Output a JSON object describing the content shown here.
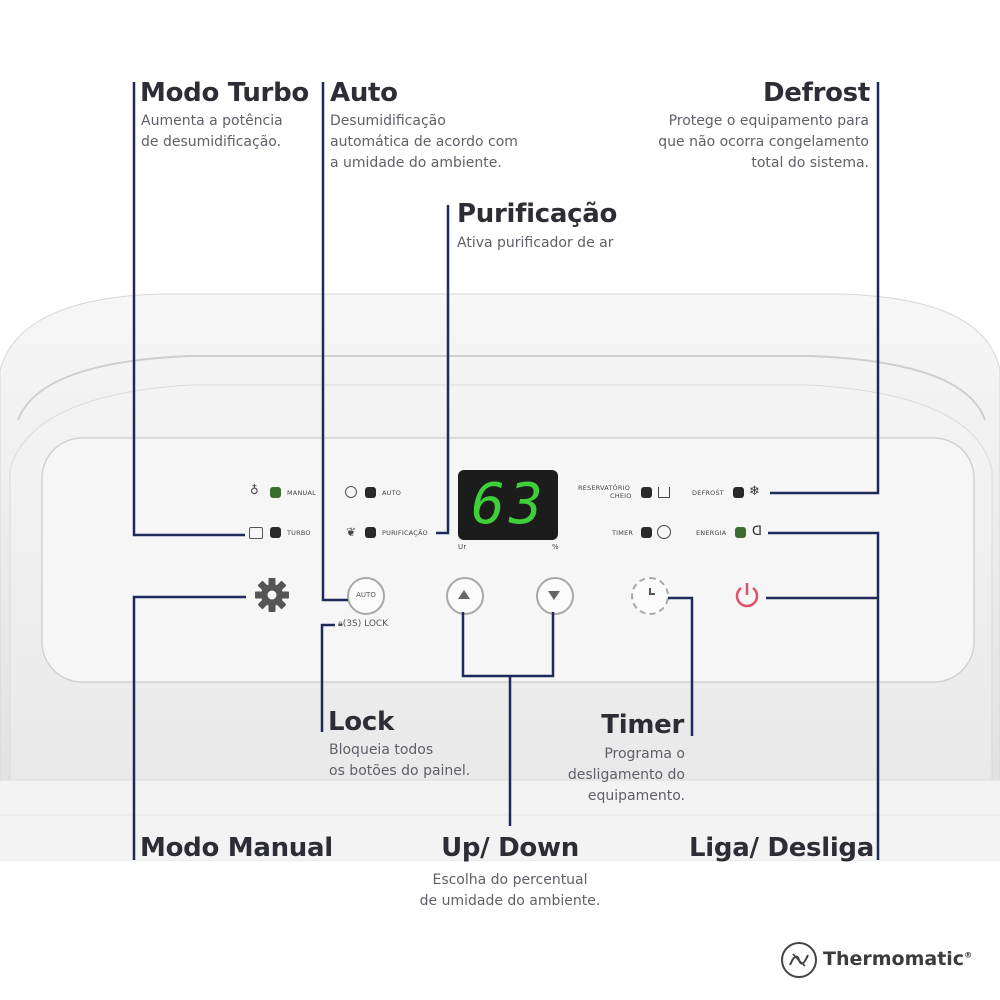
{
  "callouts": {
    "turbo": {
      "title": "Modo Turbo",
      "desc": [
        "Aumenta a potência",
        "de desumidificação."
      ]
    },
    "auto": {
      "title": "Auto",
      "desc": [
        "Desumidificação",
        "automática de acordo com",
        "a umidade do ambiente."
      ]
    },
    "defrost": {
      "title": "Defrost",
      "desc": [
        "Protege o equipamento para",
        "que não ocorra congelamento",
        "total do sistema."
      ]
    },
    "purif": {
      "title": "Purificação",
      "desc": [
        "Ativa purificador de ar"
      ]
    },
    "lock": {
      "title": "Lock",
      "desc": [
        "Bloqueia todos",
        "os botões do painel."
      ]
    },
    "timer": {
      "title": "Timer",
      "desc": [
        "Programa o",
        "desligamento do",
        "equipamento."
      ]
    },
    "manual": {
      "title": "Modo Manual"
    },
    "updown": {
      "title": "Up/ Down",
      "desc": [
        "Escolha do percentual",
        "de umidade do ambiente."
      ]
    },
    "power": {
      "title": "Liga/ Desliga"
    }
  },
  "panel": {
    "display_value": "63",
    "display_left_label": "Ur",
    "display_right_label": "%",
    "labels": {
      "manual": "MANUAL",
      "auto": "AUTO",
      "turbo": "TURBO",
      "purif": "PURIFICAÇÃO",
      "reservoir_1": "RESERVATÓRIO",
      "reservoir_2": "CHEIO",
      "defrost": "DEFROST",
      "timer": "TIMER",
      "energia": "ENERGIA",
      "auto_btn": "AUTO",
      "lock": "(3S) LOCK"
    }
  },
  "brand": {
    "name": "Thermomatic",
    "mark": "®"
  },
  "colors": {
    "line": "#1f2a5a",
    "led_on": "#3b6d2e",
    "display_digits": "#3ecf3a",
    "power": "#e0506a"
  }
}
